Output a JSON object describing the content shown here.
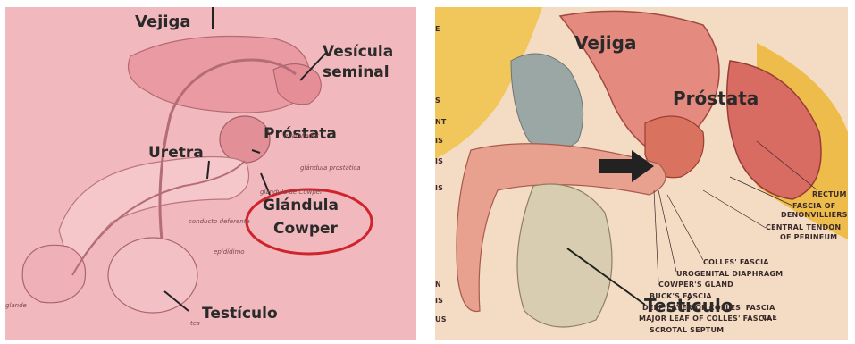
{
  "left_panel": {
    "labels": {
      "vejiga": "Vejiga",
      "vesicula_line1": "Vesícula",
      "vesicula_line2": "seminal",
      "prostata": "Próstata",
      "uretra": "Uretra",
      "glandula_line1": "Glándula",
      "glandula_line2": "Cowper",
      "testiculo": "Testículo"
    },
    "small_labels": {
      "eyaculador": "eyaculador",
      "glandula_prostatica": "glándula prostática",
      "glandula_de_cowper": "glándula de Cowper",
      "conducto_deferente": "conducto deferente",
      "epididimo": "epidídimo",
      "glande": "glande",
      "testi": "tes"
    },
    "colors": {
      "background": "#f1b8bd",
      "highlight_ellipse": "#d0242c"
    }
  },
  "right_panel": {
    "labels": {
      "vejiga": "Vejiga",
      "prostata": "Próstata",
      "testiculo": "Testículo"
    },
    "small_labels": {
      "rectum": "RECTUM",
      "fascia_line1": "FASCIA OF",
      "fascia_line2": "DENONVILLIERS",
      "central_line1": "CENTRAL TENDON",
      "central_line2": "OF PERINEUM",
      "colles_fascia": "COLLES' FASCIA",
      "urogenital": "UROGENITAL DIAPHRAGM",
      "cowpers_gland": "COWPER'S GLAND",
      "bucks_fascia": "BUCK'S FASCIA",
      "deep_layer": "DEEP LAYER OF COLLES' FASCIA",
      "cle": "CLE",
      "major_leaf": "MAJOR LEAF OF COLLES' FASCIA",
      "scrotal_septum": "SCROTAL SEPTUM",
      "left_edge_1": "E",
      "left_edge_2": "S",
      "left_edge_3": "NT",
      "left_edge_4": "IS",
      "left_edge_5": "IS",
      "left_edge_6": "IS",
      "left_edge_7": "N",
      "left_edge_8": "IS",
      "left_edge_9": "US"
    },
    "colors": {
      "background": "#f4dcc4",
      "arrow": "#222222"
    }
  }
}
